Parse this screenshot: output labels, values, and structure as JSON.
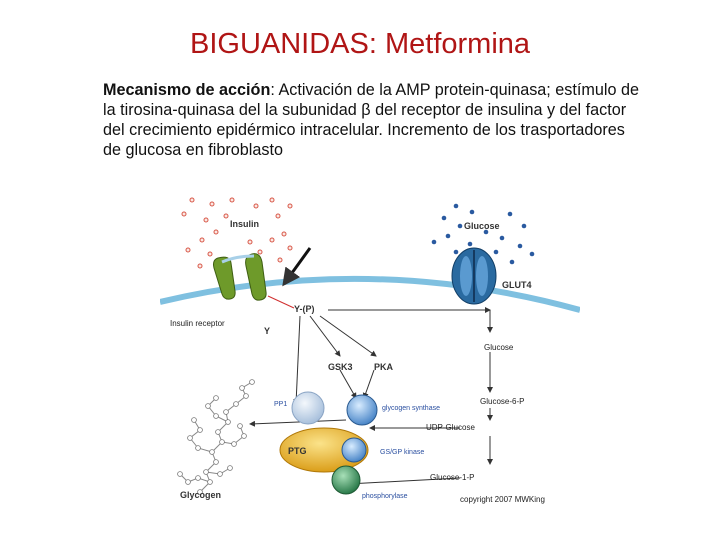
{
  "title": "BIGUANIDAS: Metformina",
  "description": {
    "lead": "Mecanismo de acción",
    "body": ": Activación de la AMP protein-quinasa; estímulo de la tirosina-quinasa del la subunidad β del receptor de insulina y del factor del crecimiento epidérmico intracelular. Incremento de los trasportadores de glucosa en fibroblasto"
  },
  "diagram": {
    "labels": {
      "insulin": "Insulin",
      "glucose_outside": "Glucose",
      "glut4": "GLUT4",
      "insulin_receptor": "Insulin receptor",
      "y_p": "Y-(P)",
      "y": "Y",
      "glucose_inside": "Glucose",
      "gsk3": "GSK3",
      "pka": "PKA",
      "pp1": "PP1",
      "glycogen_synthase": "glycogen synthase",
      "glucose_6_p": "Glucose-6-P",
      "udp_glucose": "UDP-Glucose",
      "ptg": "PTG",
      "gs_gp_kinase": "GS/GP kinase",
      "glucose_1_p": "Glucose-1-P",
      "phosphorylase": "phosphorylase",
      "glycogen": "Glycogen",
      "copyright": "copyright 2007 MWKing"
    },
    "colors": {
      "title": "#b01515",
      "membrane": "#7fc0e0",
      "receptor": "#6e9a2a",
      "glut4": "#2a6aa0",
      "ptg": "#e0a818",
      "pp1": "#c8d8ea",
      "enzyme": "#7aaee0",
      "phosphorylase": "#3a9a5a",
      "insulin_dots": "#e06050",
      "glucose_dots": "#2a5aa0",
      "red_arrow": "#d03030"
    }
  }
}
